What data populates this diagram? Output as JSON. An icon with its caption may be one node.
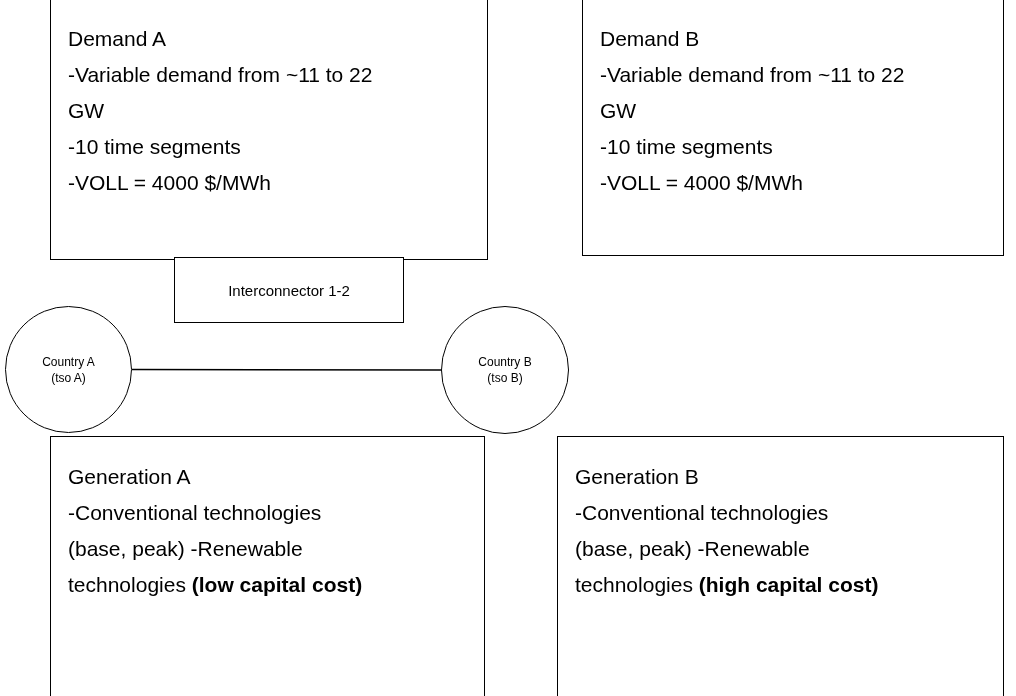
{
  "diagram": {
    "nodes": [
      {
        "text": [
          "Demand A",
          "-Variable demand from ~11 to 22 GW",
          "-10 time segments",
          "-VOLL = 4000 $/MWh"
        ]
      },
      {
        "text": [
          "Demand B",
          "-Variable demand from ~11 to 22 GW",
          "-10 time segments",
          "-VOLL = 4000 $/MWh"
        ]
      },
      {
        "text": [
          "Interconnector 1-2"
        ]
      },
      {
        "text": [
          "Country A (tso A)"
        ]
      },
      {
        "text": [
          "Country B (tso B)"
        ]
      },
      {
        "text": [
          "Generation A",
          "-Conventional technologies (base, peak) -Renewable technologies **(low capital cost)**"
        ]
      },
      {
        "text": [
          "Generation B",
          "-Conventional technologies (base, peak) -Renewable technologies **(high capital cost)**"
        ]
      }
    ],
    "edges": [
      {
        "from": 3,
        "to": 4,
        "arrow": "none"
      }
    ]
  }
}
